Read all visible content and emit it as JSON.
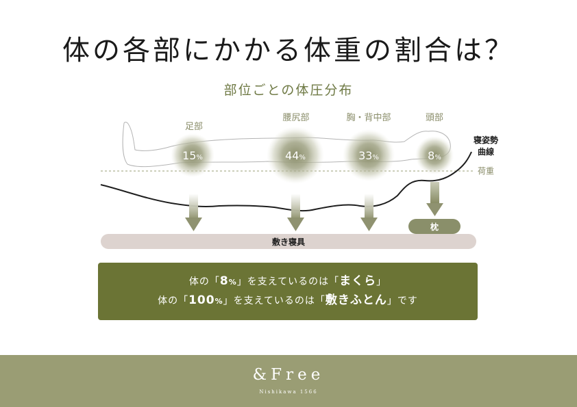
{
  "title": "体の各部にかかる体重の割合は？",
  "subtitle": "部位ごとの体圧分布",
  "parts": [
    {
      "label": "足部",
      "value": "15",
      "unit": "%"
    },
    {
      "label": "腰尻部",
      "value": "44",
      "unit": "%"
    },
    {
      "label": "胸・背中部",
      "value": "33",
      "unit": "%"
    },
    {
      "label": "頭部",
      "value": "8",
      "unit": "%"
    }
  ],
  "legend": {
    "posture_curve_line1": "寝姿勢",
    "posture_curve_line2": "曲線",
    "load": "荷重"
  },
  "pillow_label": "枕",
  "bedding_label": "敷き寝具",
  "message": {
    "line1": {
      "pre": "体の「",
      "value": "8",
      "unit": "%",
      "mid": "」を支えているのは「",
      "target": "まくら",
      "post": "」"
    },
    "line2": {
      "pre": "体の「",
      "value": "100",
      "unit": "%",
      "mid": "」を支えているのは「",
      "target": "敷きふとん",
      "post": "」です"
    }
  },
  "brand": {
    "name": "&Free",
    "sub": "Nishikawa 1566"
  },
  "colors": {
    "accent": "#6b7435",
    "footer": "#9a9d74",
    "arrow": "#9ea081",
    "bedding": "#ddd3cf",
    "pillow": "#8a8f6a"
  }
}
